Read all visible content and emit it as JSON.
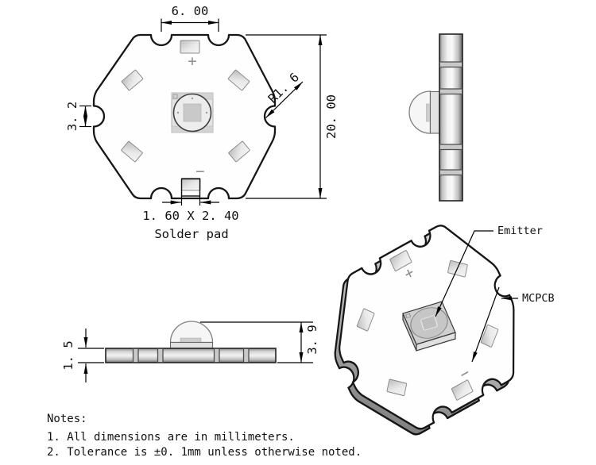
{
  "views": {
    "top": {
      "tab_width": "6. 00",
      "overall_size": "20. 00",
      "notch_height": "3. 2",
      "notch_radius": "R1. 6",
      "pad_dimensions": "1. 60 X 2. 40",
      "pad_caption": "Solder pad"
    },
    "front": {
      "board_thickness": "1. 5",
      "total_height": "3. 9"
    },
    "iso": {
      "emitter_label": "Emitter",
      "mcpcb_label": "MCPCB"
    }
  },
  "polarity": {
    "plus": "+",
    "minus": "−"
  },
  "notes": {
    "heading": "Notes:",
    "line1": "1. All dimensions are in millimeters.",
    "line2": "2. Tolerance is ±0. 1mm unless otherwise noted."
  },
  "colors": {
    "outline": "#161616",
    "dimension": "#000000",
    "board_face": "#fefefe",
    "pad_fill": "#d9d9d9",
    "metal_light": "#f2f2f2",
    "metal_dark": "#6f6f6f",
    "polarity_mark": "#8f8f8f"
  }
}
